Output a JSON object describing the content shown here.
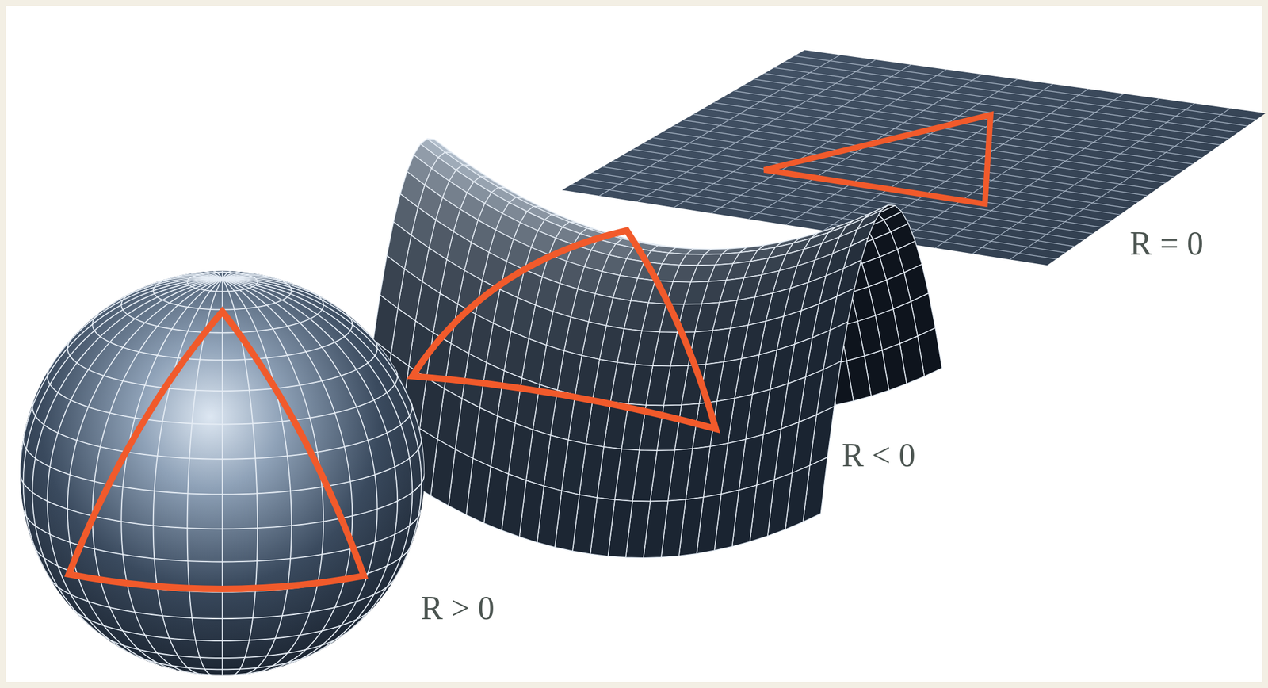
{
  "diagram": {
    "labels": [
      "R = 0",
      "R < 0",
      "R > 0"
    ]
  }
}
